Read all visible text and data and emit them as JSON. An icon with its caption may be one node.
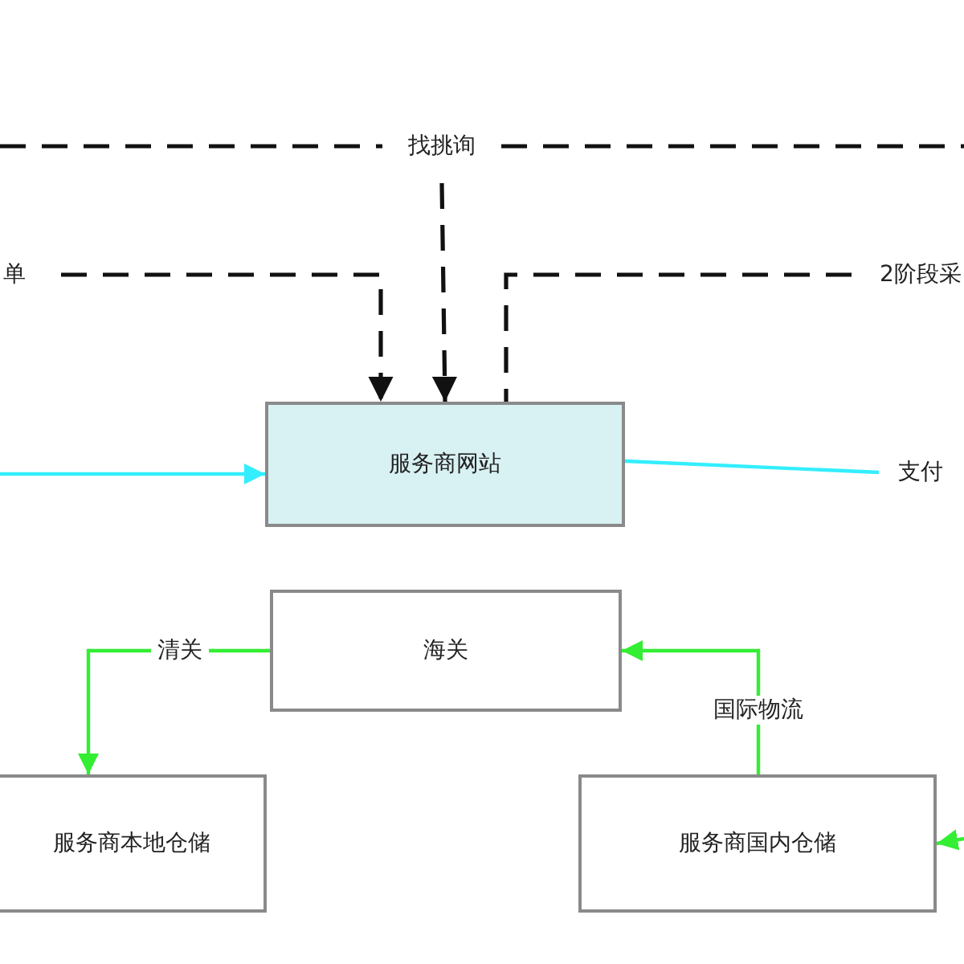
{
  "diagram": {
    "nodes": [
      {
        "text": [
          "找挑询"
        ]
      },
      {
        "text": [
          "单"
        ]
      },
      {
        "text": [
          "2阶段采"
        ]
      },
      {
        "text": [
          "服务商网站"
        ]
      },
      {
        "text": [
          "支付"
        ]
      },
      {
        "text": [
          "海关"
        ]
      },
      {
        "text": [
          "服务商本地仓储"
        ]
      },
      {
        "text": [
          "服务商国内仓储"
        ]
      }
    ],
    "edges": [
      {
        "from": null,
        "to": 0,
        "arrow": "none",
        "style": "dashed"
      },
      {
        "from": 0,
        "to": null,
        "arrow": "none",
        "style": "dashed"
      },
      {
        "from": 0,
        "to": 3,
        "arrow": "to",
        "style": "dashed"
      },
      {
        "from": 1,
        "to": 3,
        "arrow": "to",
        "style": "dashed"
      },
      {
        "from": 2,
        "to": 3,
        "arrow": "none",
        "style": "dashed"
      },
      {
        "from": null,
        "to": 3,
        "arrow": "to",
        "color": "#33eeff"
      },
      {
        "from": 3,
        "to": 4,
        "arrow": "none",
        "color": "#33eeff"
      },
      {
        "from": 5,
        "to": 6,
        "arrow": "to",
        "label": "清关",
        "color": "#33ee33"
      },
      {
        "from": 7,
        "to": 5,
        "arrow": "to",
        "label": "国际物流",
        "color": "#33ee33"
      },
      {
        "from": null,
        "to": 7,
        "arrow": "to",
        "color": "#33ee33"
      }
    ]
  }
}
